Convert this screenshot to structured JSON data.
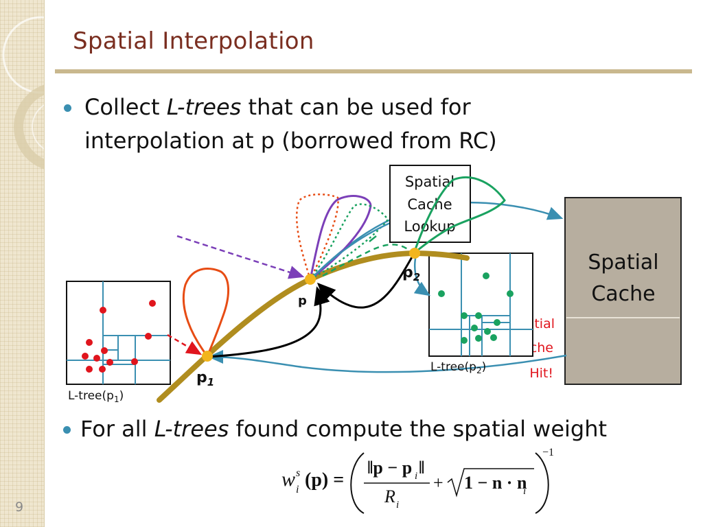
{
  "slide": {
    "title": "Spatial Interpolation",
    "page_number": "9",
    "bullet1": {
      "pre": "Collect ",
      "em": "L-trees",
      "post": " that can be used for interpolation at p (borrowed from RC)"
    },
    "bullet2": {
      "pre": "For all ",
      "em": "L-trees",
      "post": " found compute the spatial weight"
    }
  },
  "diagram": {
    "lookup_box": [
      "Spatial",
      "Cache",
      "Lookup"
    ],
    "cache_box": [
      "Spatial",
      "Cache"
    ],
    "cache_hit": [
      "Spatial",
      "Cache",
      "Hit!"
    ],
    "point_p": "p",
    "point_p1_base": "p",
    "point_p1_sub": "1",
    "point_p2_base": "p",
    "point_p2_sub": "2",
    "ltree1_prefix": "L-tree(p",
    "ltree1_sub": "1",
    "ltree1_suffix": ")",
    "ltree2_prefix": "L-tree(p",
    "ltree2_sub": "2",
    "ltree2_suffix": ")"
  },
  "formula": {
    "w": "w",
    "w_sub": "i",
    "w_sup": "s",
    "lhs_arg": "(p) =",
    "num": "‖p − p",
    "num_sub": "i",
    "num_end": "‖",
    "den": "R",
    "den_sub": "i",
    "plus": "+",
    "sqrt_body": "1 − n · n",
    "sqrt_sub": "i",
    "exponent": "−1"
  },
  "colors": {
    "title": "#7a2e20",
    "accent_blue": "#3a8fb1",
    "trunk": "#b08d1f",
    "point": "#f2b51d",
    "red": "#e0151d",
    "green": "#1aa260",
    "purple": "#7b3fb8",
    "cache_fill": "#b7ae9f"
  }
}
